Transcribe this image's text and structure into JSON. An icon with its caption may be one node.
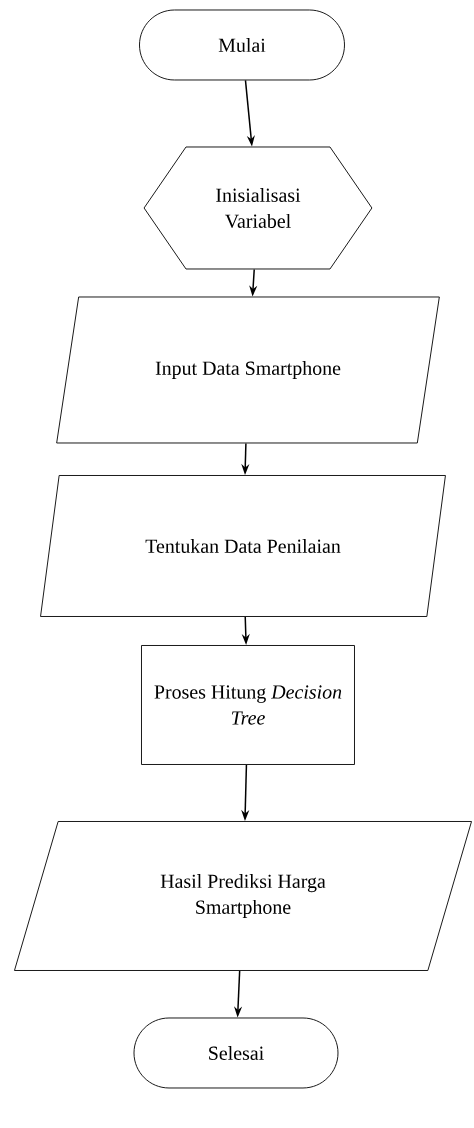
{
  "diagram": {
    "nodes": [
      {
        "text": [
          "Mulai"
        ]
      },
      {
        "text": [
          "Inisialisasi Variabel"
        ]
      },
      {
        "text": [
          "Input Data Smartphone"
        ]
      },
      {
        "text": [
          "Tentukan Data Penilaian"
        ]
      },
      {
        "text": [
          "Proses Hitung *Decision Tree*"
        ]
      },
      {
        "text": [
          "Hasil Prediksi Harga Smartphone"
        ]
      },
      {
        "text": [
          "Selesai"
        ]
      }
    ],
    "edges": [
      {
        "from": 0,
        "to": 1,
        "arrow": "to"
      },
      {
        "from": 1,
        "to": 2,
        "arrow": "to"
      },
      {
        "from": 2,
        "to": 3,
        "arrow": "to"
      },
      {
        "from": 3,
        "to": 4,
        "arrow": "to"
      },
      {
        "from": 4,
        "to": 5,
        "arrow": "to"
      },
      {
        "from": 5,
        "to": 6,
        "arrow": "to"
      }
    ]
  }
}
